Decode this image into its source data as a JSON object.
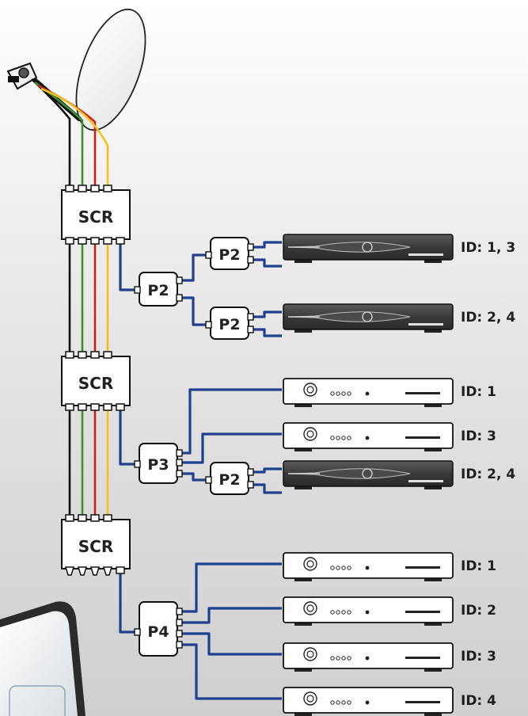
{
  "colors": {
    "cable": "#1f3f8f",
    "line_black": "#111111",
    "line_green": "#3d8f2f",
    "line_red": "#c8221c",
    "line_yellow": "#f2c21a",
    "receiver_dark": "#3a3a3a",
    "receiver_light": "#ffffff"
  },
  "scr_units": [
    {
      "label": "SCR"
    },
    {
      "label": "SCR"
    },
    {
      "label": "SCR"
    }
  ],
  "splitters": [
    {
      "label": "P2"
    },
    {
      "label": "P2"
    },
    {
      "label": "P2"
    },
    {
      "label": "P3"
    },
    {
      "label": "P2"
    },
    {
      "label": "P4"
    }
  ],
  "receivers": [
    {
      "style": "dark",
      "id_text": "ID: 1, 3"
    },
    {
      "style": "dark",
      "id_text": "ID: 2, 4"
    },
    {
      "style": "light",
      "id_text": "ID: 1"
    },
    {
      "style": "light",
      "id_text": "ID: 3"
    },
    {
      "style": "dark",
      "id_text": "ID: 2, 4"
    },
    {
      "style": "light",
      "id_text": "ID: 1"
    },
    {
      "style": "light",
      "id_text": "ID: 2"
    },
    {
      "style": "light",
      "id_text": "ID: 3"
    },
    {
      "style": "light",
      "id_text": "ID: 4"
    }
  ],
  "icons": {
    "dish": "satellite-dish-icon",
    "lnb": "lnb-icon",
    "tablet": "tablet-device-icon"
  }
}
